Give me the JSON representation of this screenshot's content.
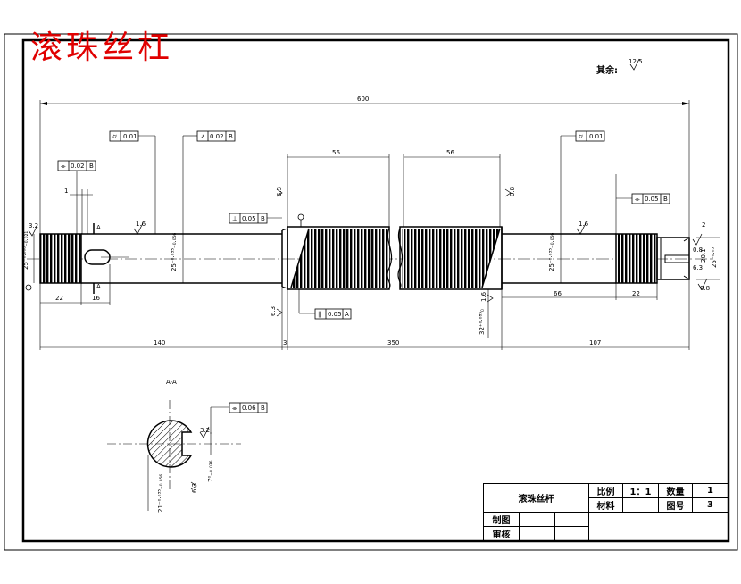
{
  "header": {
    "title": "滚珠丝杠",
    "other_surface": "其余:",
    "other_roughness": "12.5"
  },
  "dimensions": {
    "overall_length": "600",
    "len_left": "140",
    "len_gap_left": "3",
    "len_mid": "350",
    "len_right": "107",
    "len_22_left": "22",
    "len_16": "16",
    "len_66": "66",
    "len_22_right": "22",
    "len_56_a": "56",
    "len_56_b": "56",
    "dia_left_thread": "25⁻⁰·⁰⁰⁸₋₀.₀₂₁",
    "dia_left_journal": "25⁻⁰·⁰³⁵₋₀.₀₅₆",
    "dia_right_journal": "25⁻⁰·⁰³⁵₋₀.₀₅₆",
    "dia_screw": "32⁺⁰·⁰⁸⁵₀",
    "dia_right_end": "25⁻⁰·⁰⁵",
    "dia_right_inner": "20.1",
    "dim_2": "2",
    "dim_1": "1",
    "section_label": "A-A",
    "section_dia": "21⁻⁰·⁰³⁵₋₀.₀₅₆",
    "section_key": "7⁰₋₀.₀₃₆",
    "section_A_top": "A",
    "section_A_bottom": "A"
  },
  "tolerances": {
    "cyl_01_left": "0.01",
    "runout_left": "0.02",
    "runout_left_datum": "B",
    "sym_left": "0.02",
    "sym_left_datum": "B",
    "perp": "0.05",
    "perp_datum": "B",
    "parallel": "0.05",
    "parallel_datum": "A",
    "cyl_01_right": "0.01",
    "sym_right": "0.05",
    "sym_right_datum": "B",
    "sym_section": "0.06",
    "sym_section_datum": "B"
  },
  "roughness": {
    "r_3_2_left": "3.2",
    "r_1_6_a": "1.6",
    "r_6_3_a": "6.3",
    "r_6_3_b": "6.3",
    "r_0_8": "0.8",
    "r_1_6_b": "1.6",
    "r_1_6_c": "1.6",
    "r_0_8_right_a": "0.8",
    "r_6_3_right": "6.3",
    "r_0_8_right_b": "0.8",
    "r_3_2_sec": "3.2",
    "r_6_3_sec": "6.3"
  },
  "title_block": {
    "part_name": "滚珠丝杆",
    "scale_label": "比例",
    "scale_value": "1：1",
    "qty_label": "数量",
    "qty_value": "1",
    "material_label": "材料",
    "drawing_no_label": "图号",
    "drawing_no_value": "3",
    "drawn_label": "制图",
    "checked_label": "审核"
  }
}
